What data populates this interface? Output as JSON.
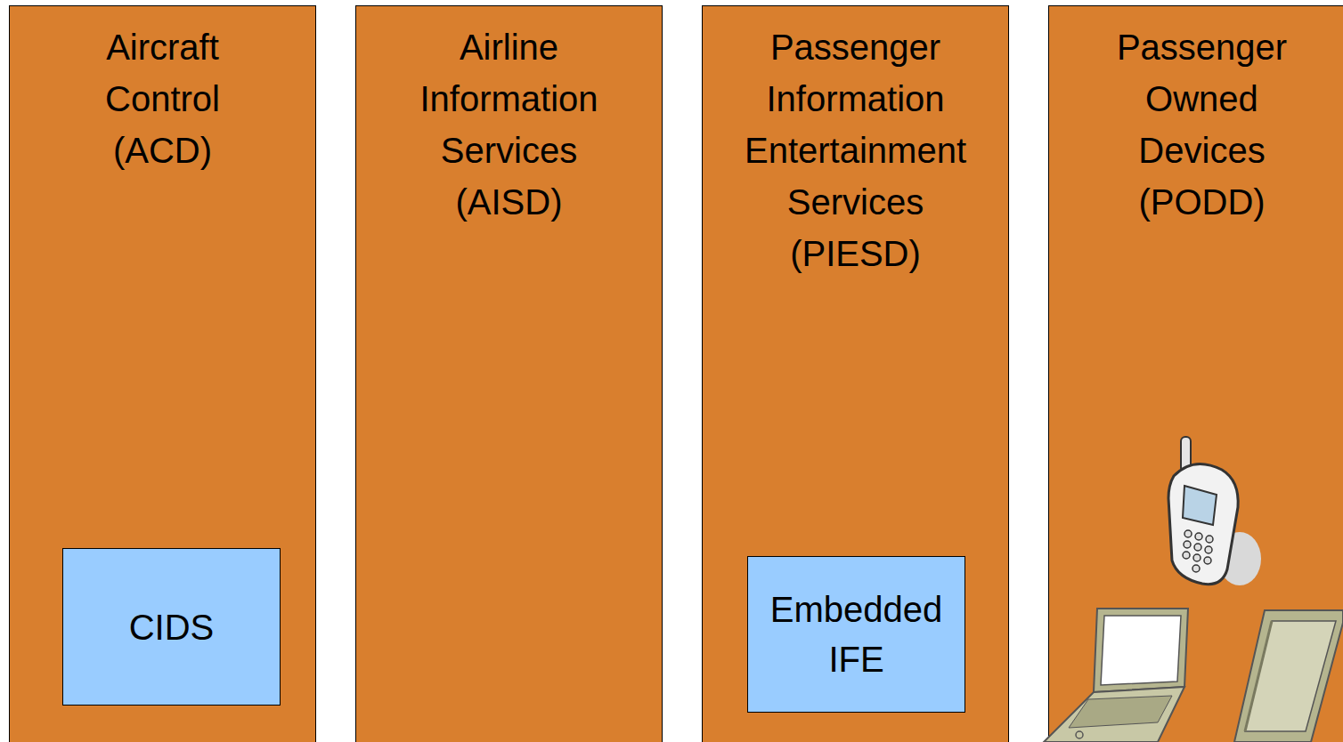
{
  "diagram": {
    "nodes": [
      {
        "text": [
          "Aircraft Control (ACD)"
        ]
      },
      {
        "text": [
          "Airline Information Services (AISD)"
        ]
      },
      {
        "text": [
          "Passenger Information Entertainment Services (PIESD)"
        ]
      },
      {
        "text": [
          "Passenger Owned Devices (PODD)"
        ]
      },
      {
        "text": [
          "CIDS"
        ],
        "in": 0
      },
      {
        "text": [
          "Embedded IFE"
        ],
        "in": 2
      }
    ]
  }
}
